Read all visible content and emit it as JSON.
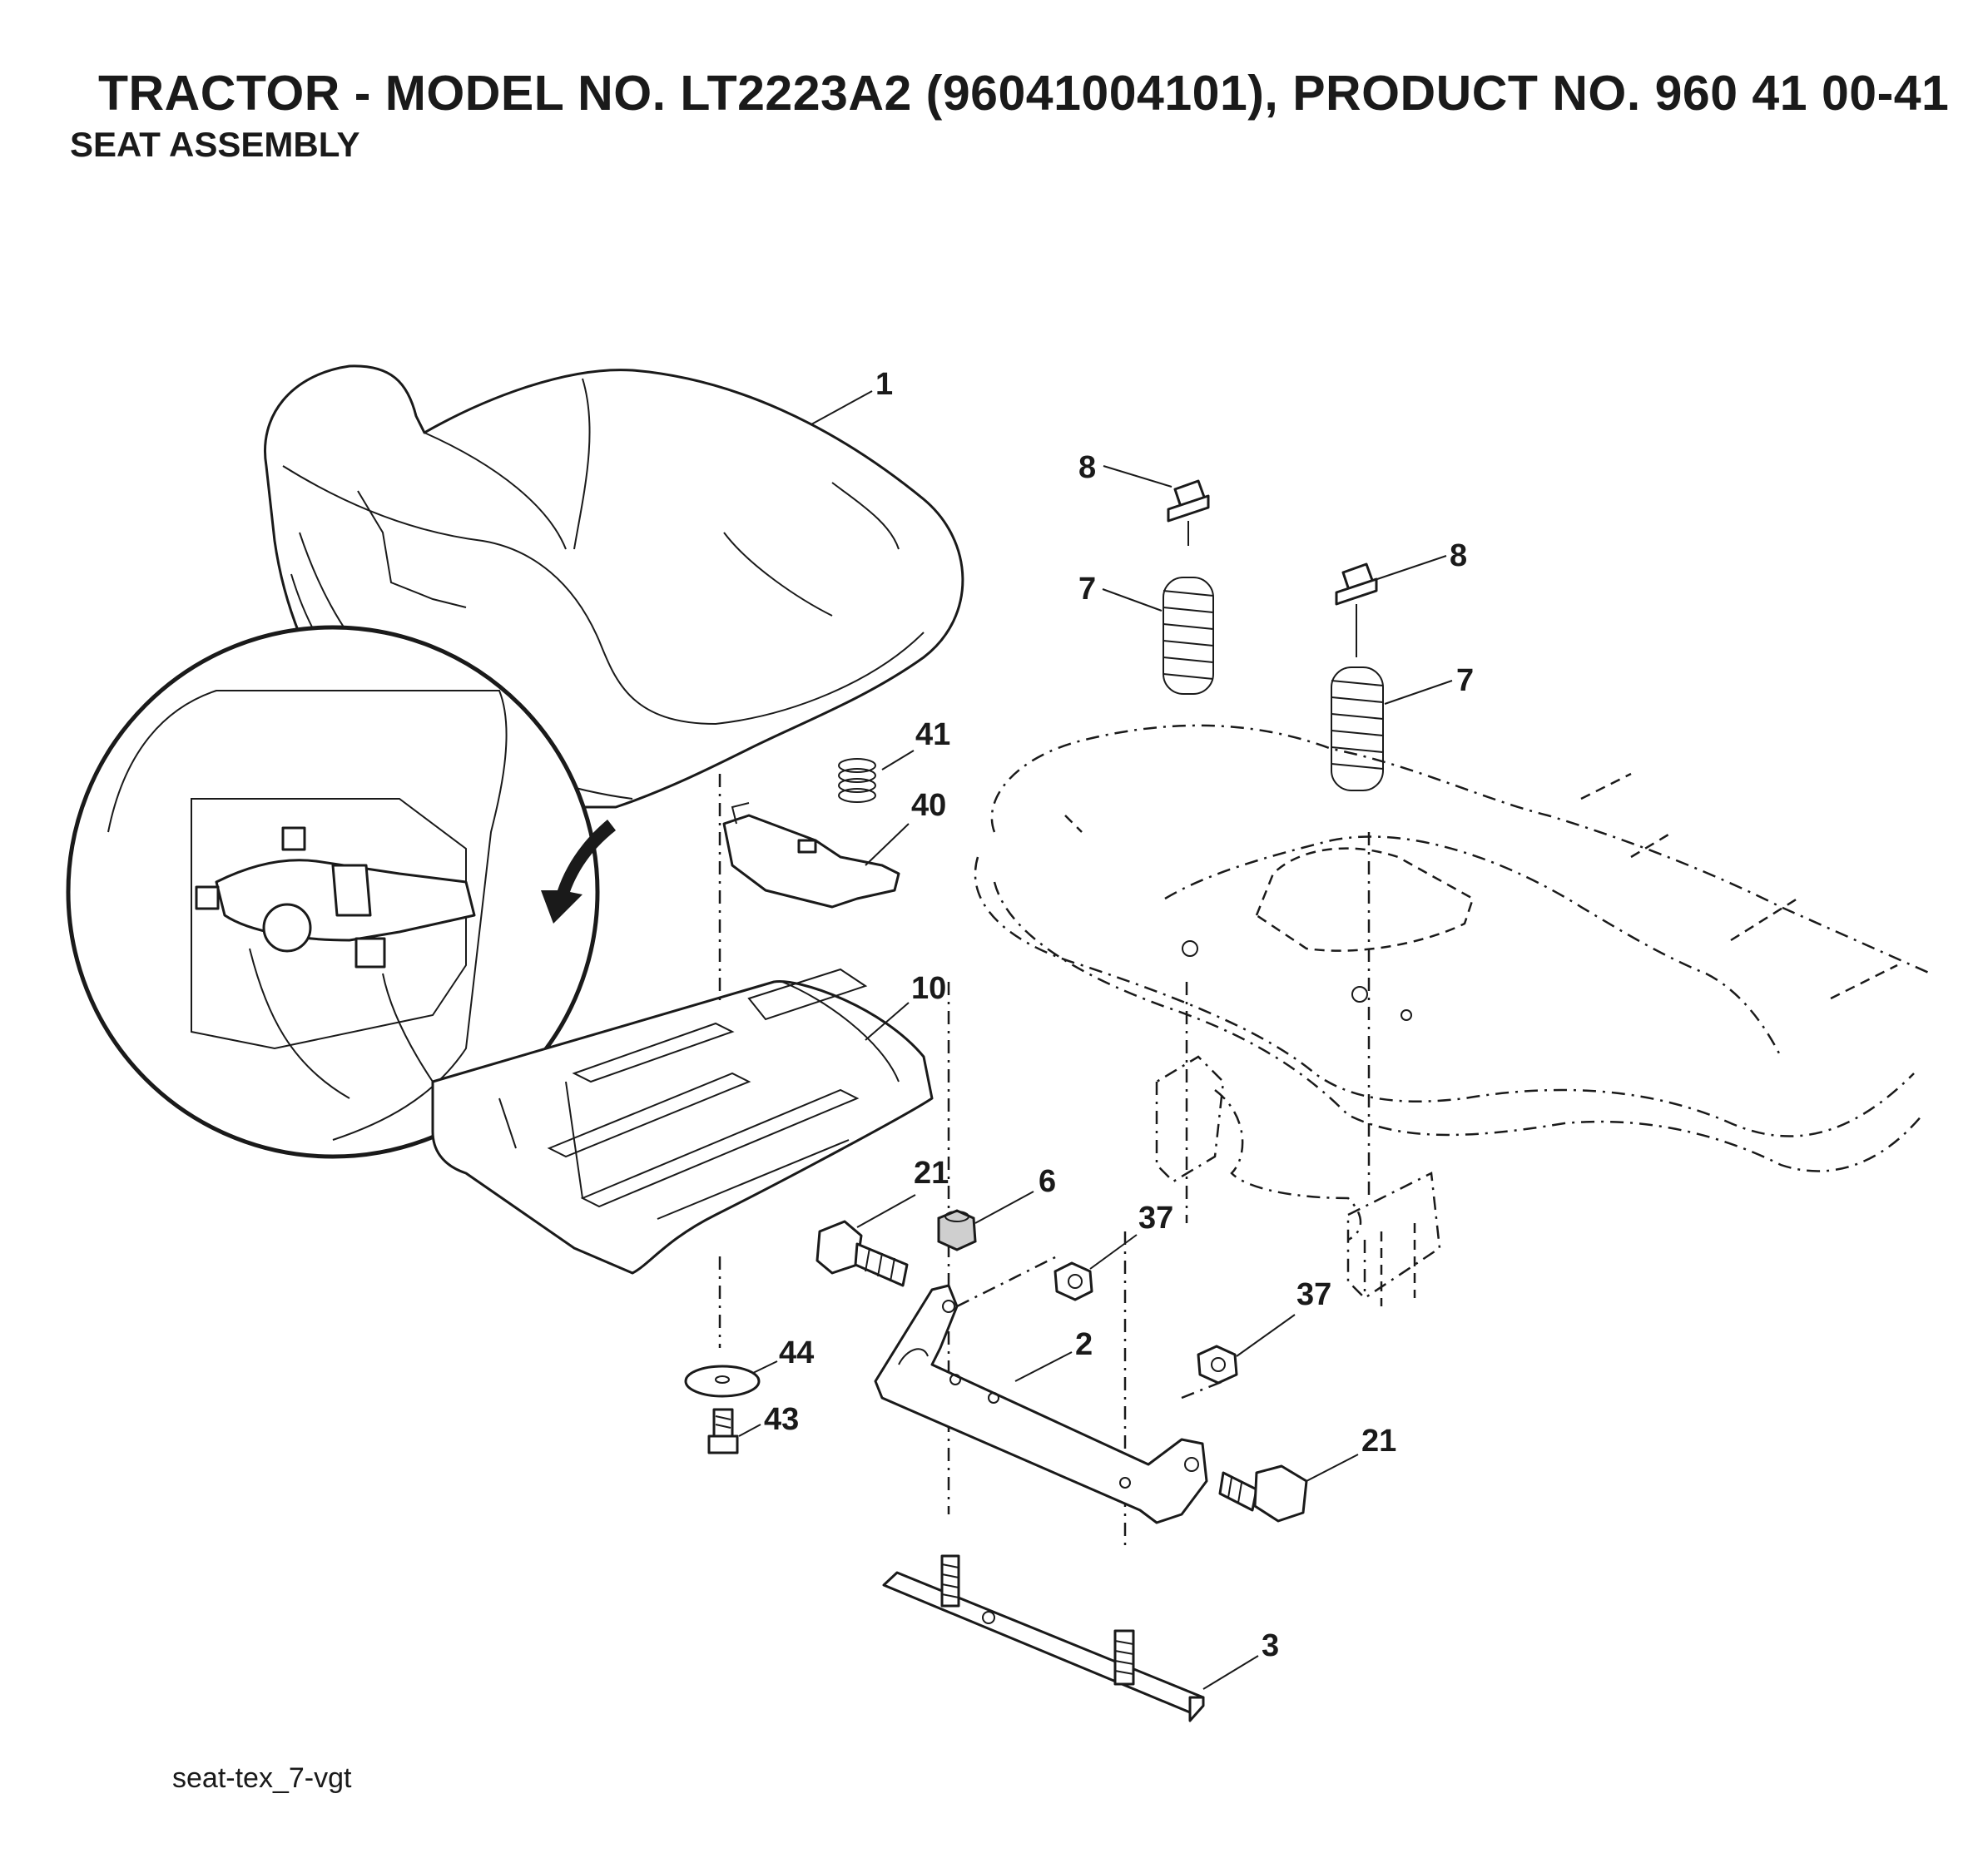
{
  "header": {
    "title": "TRACTOR - MODEL NO. LT2223A2 (96041004101), PRODUCT NO. 960 41 00-41",
    "subtitle": "SEAT ASSEMBLY"
  },
  "figure_id": "seat-tex_7-vgt",
  "callouts": {
    "seat": "1",
    "bolt_left": "8",
    "bolt_right": "8",
    "spring_left": "7",
    "spring_right": "7",
    "switch_spring": "41",
    "switch_bracket": "40",
    "seat_pan": "10",
    "bolt_21_top": "21",
    "nut_6": "6",
    "nut_37_top": "37",
    "nut_37_bottom": "37",
    "bracket_2": "2",
    "washer_44": "44",
    "screw_43": "43",
    "bolt_21_bottom": "21",
    "plate_3": "3"
  }
}
